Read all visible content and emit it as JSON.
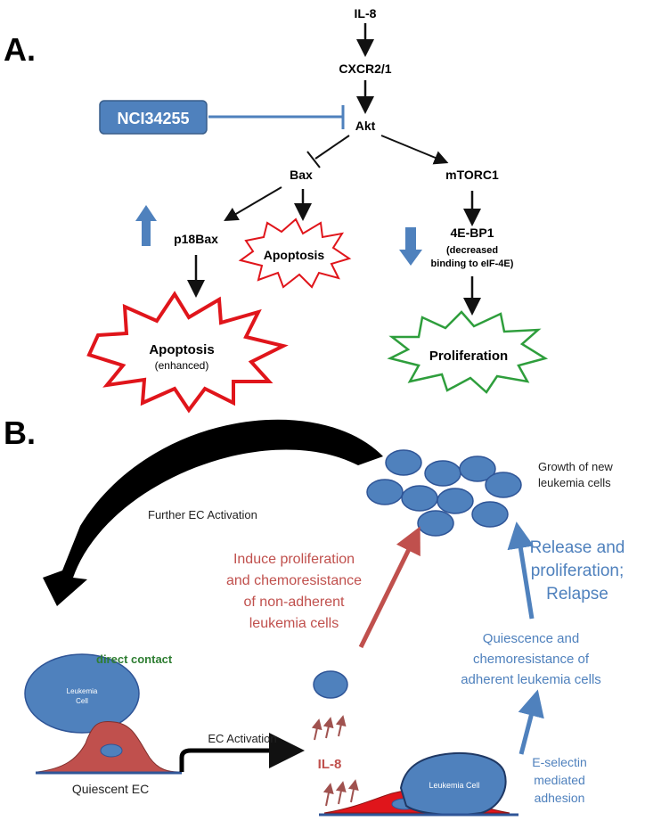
{
  "panel_a": {
    "label": "A.",
    "il8": "IL-8",
    "cxcr": "CXCR2/1",
    "inhibitor": "NCI34255",
    "akt": "Akt",
    "bax": "Bax",
    "mtorc1": "mTORC1",
    "p18bax": "p18Bax",
    "apoptosis": "Apoptosis",
    "apoptosis_enhanced_title": "Apoptosis",
    "apoptosis_enhanced_sub": "(enhanced)",
    "ebp1": "4E-BP1",
    "ebp1_note1": "(decreased",
    "ebp1_note2": "binding to eIF-4E)",
    "proliferation": "Proliferation"
  },
  "panel_b": {
    "label": "B.",
    "growth1": "Growth of new",
    "growth2": "leukemia cells",
    "further": "Further EC Activation",
    "induce1": "Induce proliferation",
    "induce2": "and chemoresistance",
    "induce3": "of non-adherent",
    "induce4": "leukemia cells",
    "release1": "Release and",
    "release2": "proliferation;",
    "release3": "Relapse",
    "quiescence1": "Quiescence and",
    "quiescence2": "chemoresistance of",
    "quiescence3": "adherent leukemia cells",
    "direct_contact": "direct contact",
    "leukemia_cell_small1": "Leukemia",
    "leukemia_cell_small2": "Cell",
    "ec_activation": "EC Activation",
    "il8": "IL-8",
    "quiescent_ec": "Quiescent EC",
    "leukemia_cell": "Leukemia Cell",
    "eselectin1": "E-selectin",
    "eselectin2": "mediated",
    "eselectin3": "adhesion"
  },
  "colors": {
    "blue": "#4f81bd",
    "red": "#c0504d",
    "green": "#2e7d32",
    "dark_red": "#e0151b"
  }
}
